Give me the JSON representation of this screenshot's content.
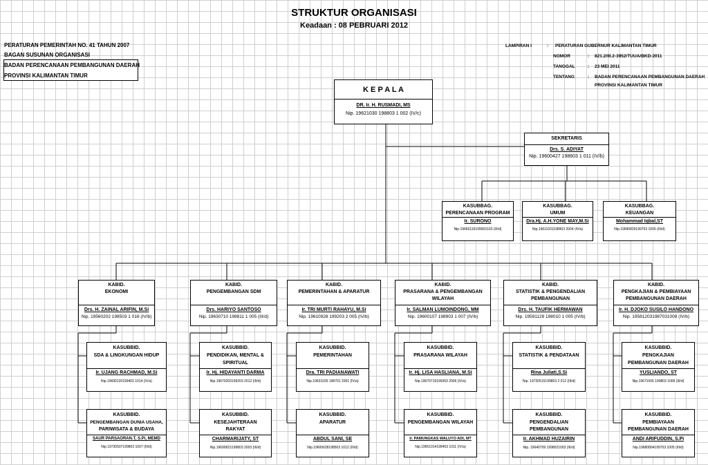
{
  "header": {
    "title": "STRUKTUR ORGANISASI",
    "subtitle": "Keadaan :  08 PEBRUARI 2012"
  },
  "left_info": [
    "PERATURAN PEMERINTAH NO. 41 TAHUN 2007",
    "BAGAN SUSUNAN ORGANISASI",
    "BADAN PERENCANAAN PEMBANGUNAN DAERAH",
    "PROVINSI KALIMANTAN TIMUR"
  ],
  "right_info": {
    "lampiran_label": "LAMPIRAN  I",
    "lampiran_value": "PERATURAN GUBERNUR KALIMANTAN TIMUR",
    "nomor_label": "NOMOR",
    "nomor_value": "821.2/III.2-3952/TUUA/BKD-2011",
    "tanggal_label": "TANGGAL",
    "tanggal_value": "23 MEI 2011",
    "tentang_label": "TENTANG",
    "tentang_value1": "BADAN PERENCANAAN PEMBANGUNAN DAERAH",
    "tentang_value2": "PROVINSI KALIMANTAN TIMUR",
    "colon": ":"
  },
  "kepala": {
    "title": "K E P A L A",
    "name": "DR. Ir. H. RUSMADI, MS",
    "nip": "Nip. 19621030 198803 1 002 (IV/c)"
  },
  "sekretaris": {
    "title": "SEKRETARIS",
    "name": "Drs. S. ADIYAT",
    "nip": "Nip. 19600427 198603 1 011 (IV/b)"
  },
  "kasubbag": [
    {
      "title1": "KASUBBAG.",
      "title2": "PERENCANAAN PROGRAM",
      "name": "Ir. SURONO",
      "nip": "Nip.19660119199903103 (III/d)"
    },
    {
      "title1": "KASUBBAG.",
      "title2": "UMUM",
      "name": "Dra.Hj. A.H.YONE MAY,M.Si",
      "nip": "Nip.19611031198903 2004 (IV/a)"
    },
    {
      "title1": "KASUBBAG.",
      "title2": "KEUANGAN",
      "name": "Mohammad Iqbal,ST",
      "nip": "Nip.19690829199703 1005 (III/d)"
    }
  ],
  "bidang": [
    {
      "kabid": {
        "title1": "KABID.",
        "title2": "EKONOMI",
        "title3": "",
        "name": "Drs. H. ZAINAL ARIFIN, M.Si",
        "nip": "Nip. 19560202 198503 1 016 (IV/b)"
      },
      "sub": [
        {
          "title1": "KASUBBID.",
          "title2": "SDA & LINGKUNGAN HIDUP",
          "title3": "",
          "name": "Ir. UJANG RACHMAD, M.Si",
          "nip": "Nip.19690120199403 1014 (IV/a)"
        },
        {
          "title1": "KASUBBID.",
          "title2": "PENGEMBANGAN DUNIA USAHA,",
          "title3": "PARIWISATA & BUDAYA",
          "name": "SAUR PARSAORAN.T, S.Pi, MEMD",
          "nip": "Nip.19730507199803 1007 (III/d)"
        }
      ]
    },
    {
      "kabid": {
        "title1": "KABID.",
        "title2": "PENGEMBANGAN SDM",
        "title3": "",
        "name": "Drs. HARIYO SANTOSO",
        "nip": "Nip. 19630710 198811 1 005 (III/d)"
      },
      "sub": [
        {
          "title1": "KASUBBID.",
          "title2": "PENDIDIKAN, MENTAL &",
          "title3": "SPIRITUAL",
          "name": "Ir. Hj. HIDAYANTI DARMA",
          "nip": "Nip.19670203199203 2012 (III/d)"
        },
        {
          "title1": "KASUBBID.",
          "title2": "KESEJAHTERAAN",
          "title3": "RAKYAT",
          "name": "CHARMARIJATY, ST",
          "nip": "Nip.19690815199803 2003 (III/d)"
        }
      ]
    },
    {
      "kabid": {
        "title1": "KABID.",
        "title2": "PEMERINTAHAN & APARATUR",
        "title3": "",
        "name": "Ir. TRI MURTI RAHAYU, M.Si",
        "nip": "Nip. 19610928 199203 2 005 (IV/b)"
      },
      "sub": [
        {
          "title1": "KASUBBID.",
          "title2": "PEMERINTAHAN",
          "title3": "",
          "name": "Dra. TRI PADIANAWATI",
          "nip": "Nip.19631025 198701 2001 (IV/a)"
        },
        {
          "title1": "KASUBBID.",
          "title2": "APARATUR",
          "title3": "",
          "name": "ABDUL SANI, SE",
          "nip": "Nip.19600628198503 1012 (III/d)"
        }
      ]
    },
    {
      "kabid": {
        "title1": "KABID.",
        "title2": "PRASARANA & PENGEMBANGAN",
        "title3": "WILAYAH",
        "name": "Ir. SALMAN LUMOINDONG, MM",
        "nip": "Nip. 19600107 198903 1 007 (IV/b)"
      },
      "sub": [
        {
          "title1": "KASUBBID.",
          "title2": "PRASARANA WILAYAH",
          "title3": "",
          "name": "Ir. Hj. LISA HASLIANA, M.Si",
          "nip": "Nip.19670719199303 2006 (IV/a)"
        },
        {
          "title1": "KASUBBID.",
          "title2": "PENGEMBANGAN WILAYAH",
          "title3": "",
          "name": "Ir. PAMUNGKAS WALUYO ADI, MT",
          "nip": "Nip.19651014199403 1011 (IV/a)"
        }
      ]
    },
    {
      "kabid": {
        "title1": "KABID.",
        "title2": "STATISTIK & PENGENDALIAN",
        "title3": "PEMBANGUNAN",
        "name": "Drs. H. TAUFIK HERMAWAN",
        "nip": "Nip. 19591128 198010 1 005 (IV/b)"
      },
      "sub": [
        {
          "title1": "KASUBBID.",
          "title2": "STATISTIK & PENDATAAN",
          "title3": "",
          "name": "Rina Juliati,S.Si",
          "nip": "Nip. 19720515199803 2 012 (III/d)"
        },
        {
          "title1": "KASUBBID.",
          "title2": "PENGENDALIAN",
          "title3": "PEMBANGUNAN",
          "name": "Ir. AKHMAD HUZAIRIN",
          "nip": "Nip. 19640709 1998021003 (III/d)"
        }
      ]
    },
    {
      "kabid": {
        "title1": "KABID.",
        "title2": "PENGKAJIAN & PEMBIAYAAN",
        "title3": "PEMBANGUNAN DAERAH",
        "name": "Ir. H. DJOKO SUSILO HANDONO",
        "nip": "Nip. 195812031987031008 (IV/b)"
      },
      "sub": [
        {
          "title1": "KASUBBID.",
          "title2": "PENGKAJIAN",
          "title3": "PEMBANGUNAN DAERAH",
          "name": "YUSLIANDO, ST",
          "nip": "Nip.19671005 199803 1009 (III/d)"
        },
        {
          "title1": "KASUBBID.",
          "title2": "PEMBIAYAAN",
          "title3": "PEMBANGUNAN DAERAH",
          "name": "ANDI ARIFUDDIN, S.Pi",
          "nip": "Nip.19680804199703 1005 (III/d)"
        }
      ]
    }
  ]
}
